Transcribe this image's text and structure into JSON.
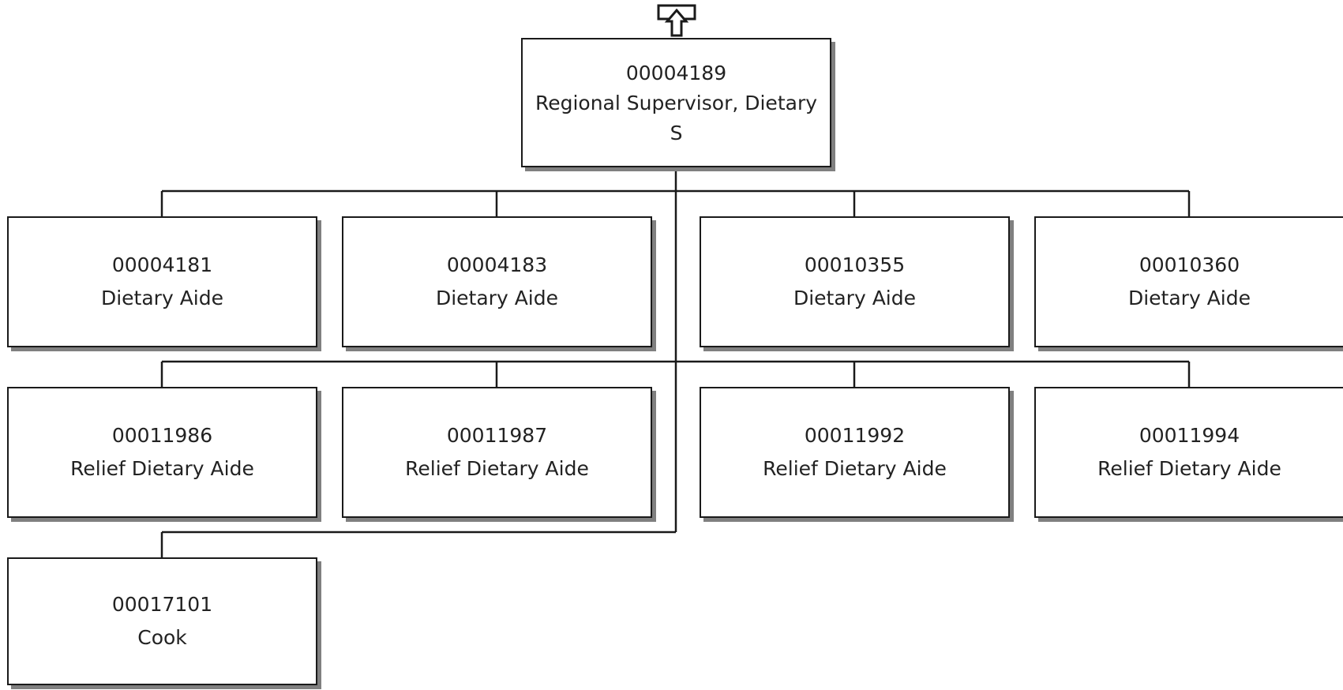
{
  "chart": {
    "root": {
      "id": "00004189",
      "title": "Regional Supervisor, Dietary S"
    },
    "rows": [
      [
        {
          "id": "00004181",
          "title": "Dietary Aide"
        },
        {
          "id": "00004183",
          "title": "Dietary Aide"
        },
        {
          "id": "00010355",
          "title": "Dietary Aide"
        },
        {
          "id": "00010360",
          "title": "Dietary Aide"
        }
      ],
      [
        {
          "id": "00011986",
          "title": "Relief Dietary Aide"
        },
        {
          "id": "00011987",
          "title": "Relief Dietary Aide"
        },
        {
          "id": "00011992",
          "title": "Relief Dietary Aide"
        },
        {
          "id": "00011994",
          "title": "Relief Dietary Aide"
        }
      ],
      [
        {
          "id": "00017101",
          "title": "Cook"
        }
      ]
    ]
  },
  "icons": {
    "navigate_up": "up-arrow-icon"
  },
  "colors": {
    "border": "#1a1a1a",
    "shadow": "#808080",
    "line": "#1a1a1a",
    "text": "#222222"
  }
}
